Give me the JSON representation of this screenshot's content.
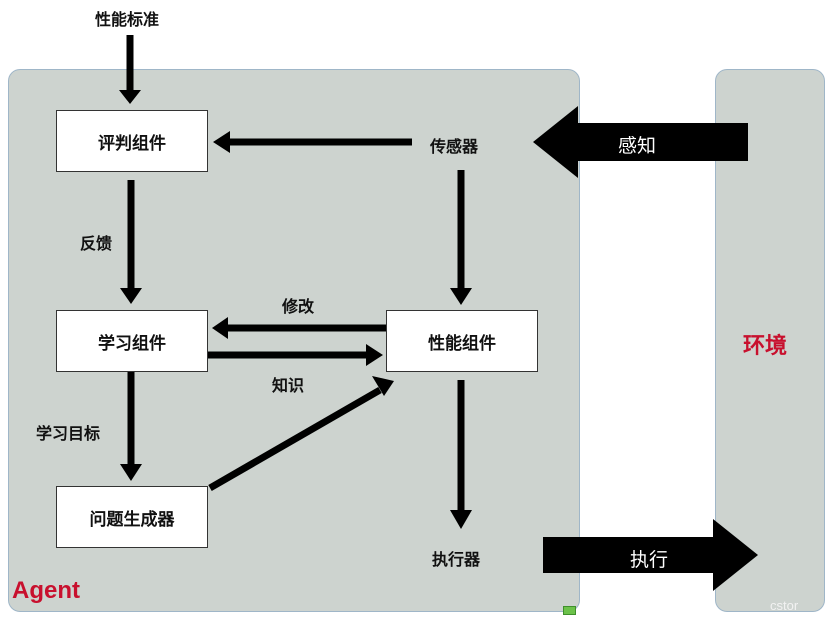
{
  "performance_standard": "性能标准",
  "agent": {
    "label": "Agent"
  },
  "environment": {
    "label": "环境"
  },
  "components": {
    "critic": "评判组件",
    "learning": "学习组件",
    "problem_generator": "问题生成器",
    "performance": "性能组件"
  },
  "labels": {
    "sensors": "传感器",
    "actuators": "执行器",
    "feedback": "反馈",
    "learning_goals": "学习目标",
    "changes": "修改",
    "knowledge": "知识"
  },
  "big_arrows": {
    "percept": "感知",
    "action": "执行"
  },
  "watermark": "cstor",
  "colors": {
    "region_fill": "#cdd3cf",
    "accent_red": "#c8102e",
    "arrow": "#000000"
  }
}
